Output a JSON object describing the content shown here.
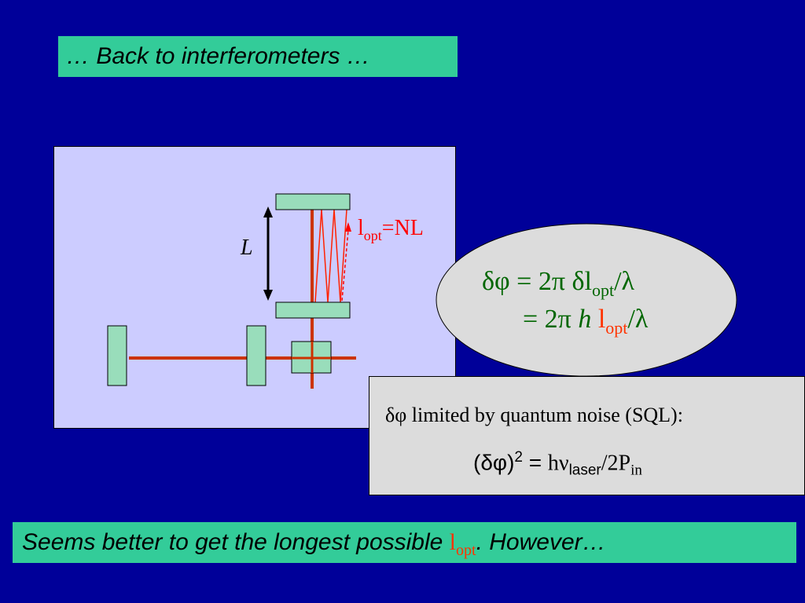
{
  "slide": {
    "title": "… Back to interferometers …",
    "colors": {
      "background": "#000099",
      "box_green": "#33cc99",
      "panel": "#ccccff",
      "beam": "#cc3300",
      "optic": "#99ddbb",
      "eq_green": "#006600",
      "red": "#ff3300"
    }
  },
  "diagram": {
    "length_label": "L",
    "optical_path_label": {
      "l": "l",
      "sub": "opt",
      "rest": "=NL"
    }
  },
  "ellipse": {
    "eq1": {
      "prefix": "δφ = 2π δl",
      "sub": "opt",
      "suffix": "/λ"
    },
    "eq2": {
      "prefix": "= 2π ",
      "h": "h",
      "l": " l",
      "sub": "opt",
      "suffix": "/λ"
    }
  },
  "grey_box": {
    "line1": "δφ  limited by quantum noise (SQL):",
    "formula": {
      "lhs": "(δφ)",
      "exp": "2",
      "eq": " = ",
      "hnu": "hν",
      "sub": "laser",
      "rest": "/2P",
      "sub2": "in"
    }
  },
  "bottom": {
    "text": "Seems better to get the longest possible ",
    "l": "l",
    "sub": "opt",
    "tail": ".   However…"
  }
}
